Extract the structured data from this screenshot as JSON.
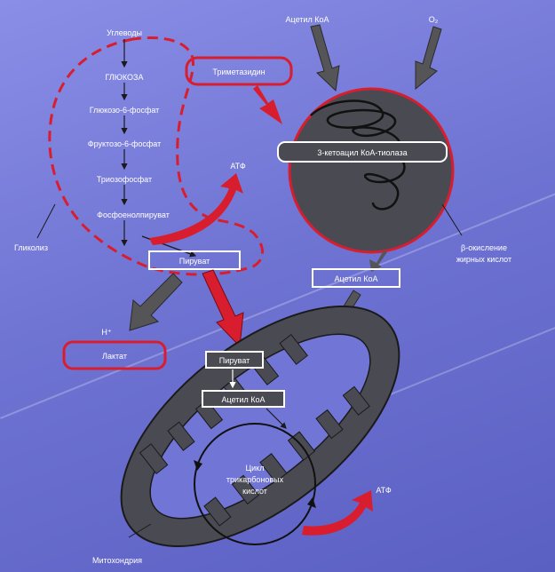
{
  "labels": {
    "uglevody": "Углеводы",
    "glyukoza": "ГЛЮКОЗА",
    "glyukozo6f": "Глюкозо-6-фосфат",
    "fruktozo6f": "Фруктозо-6-фосфат",
    "triozofosfat": "Триозофосфат",
    "fosfoenolpiruvat": "Фосфоенолпируват",
    "atf_top": "АТФ",
    "glikoliz": "Гликолиз",
    "piruvat_box": "Пируват",
    "h_plus": "H⁺",
    "laktat": "Лактат",
    "trimetazidin": "Триметазидин",
    "acetil_koa_top": "Ацетил КоА",
    "o2": "O₂",
    "tiolaza": "3-кетоацил КоА-тиолаза",
    "okislenie_1": "β-окисление",
    "okislenie_2": "жирных кислот",
    "acetil_koa_mid": "Ацетил КоА",
    "piruvat_mito": "Пируват",
    "acetil_koa_mito": "Ацетил КоА",
    "cycle_1": "Цикл",
    "cycle_2": "трикарбоновых",
    "cycle_3": "кислот",
    "atf_bottom": "АТФ",
    "mitochondria": "Митохондрия"
  },
  "colors": {
    "background": "#7075d6",
    "red_accent": "#d81e2e",
    "dark_gray": "#4a4a52",
    "white": "#ffffff"
  }
}
